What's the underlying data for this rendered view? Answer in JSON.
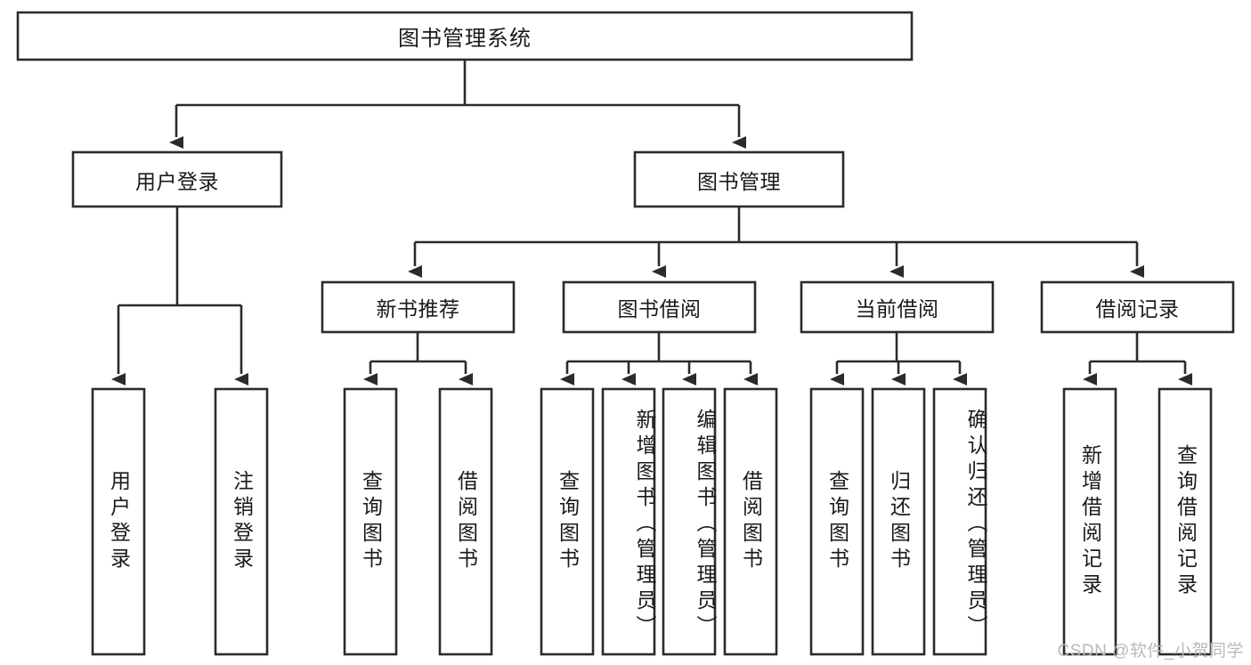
{
  "diagram": {
    "title": "图书管理系统",
    "watermark": "CSDN @软件_小贺同学",
    "colors": {
      "stroke": "#2b2b2b",
      "fill": "#ffffff",
      "text": "#1a1a1a",
      "watermark": "#b9b9b9"
    },
    "level2": [
      {
        "label": "用户登录"
      },
      {
        "label": "图书管理"
      }
    ],
    "level3": [
      {
        "label": "新书推荐"
      },
      {
        "label": "图书借阅"
      },
      {
        "label": "当前借阅"
      },
      {
        "label": "借阅记录"
      }
    ],
    "leaves": {
      "user_login": [
        {
          "label": "用户登录"
        },
        {
          "label": "注销登录"
        }
      ],
      "new_book": [
        {
          "label": "查询图书"
        },
        {
          "label": "借阅图书"
        }
      ],
      "book_borrow": [
        {
          "label": "查询图书"
        },
        {
          "label": "新增图书（管理员）"
        },
        {
          "label": "编辑图书（管理员）"
        },
        {
          "label": "借阅图书"
        }
      ],
      "current_borrow": [
        {
          "label": "查询图书"
        },
        {
          "label": "归还图书"
        },
        {
          "label": "确认归还（管理员）"
        }
      ],
      "borrow_record": [
        {
          "label": "新增借阅记录"
        },
        {
          "label": "查询借阅记录"
        }
      ]
    }
  }
}
